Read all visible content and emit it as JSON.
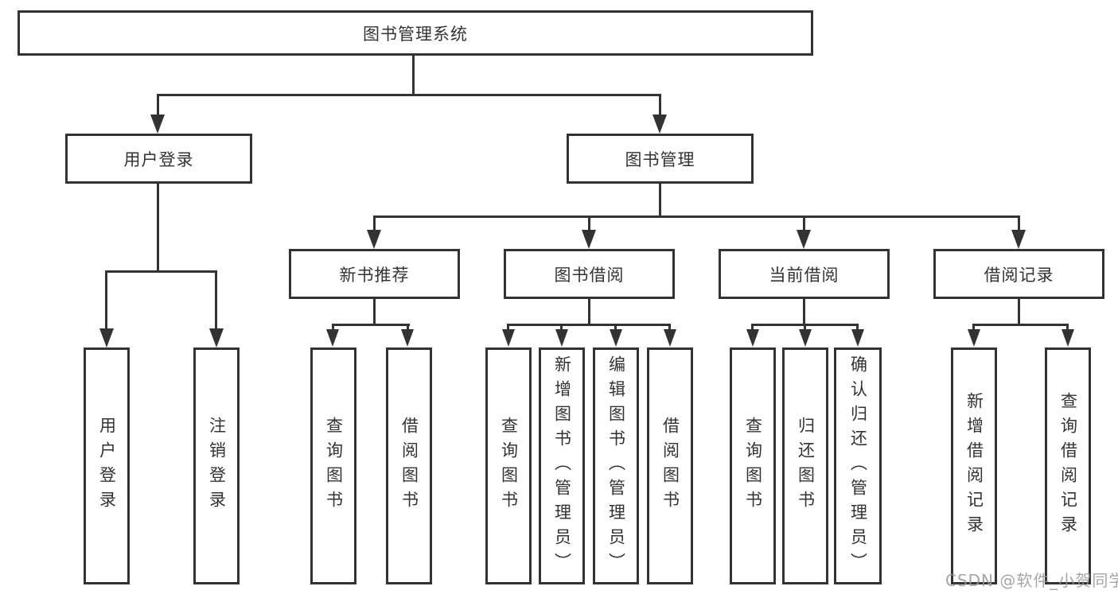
{
  "diagram": {
    "type": "tree",
    "root": {
      "label": "图书管理系统"
    },
    "branches": [
      {
        "label": "用户登录",
        "children": [
          {
            "label": "用户登录"
          },
          {
            "label": "注销登录"
          }
        ]
      },
      {
        "label": "图书管理",
        "children": [
          {
            "label": "新书推荐",
            "children": [
              {
                "label": "查询图书"
              },
              {
                "label": "借阅图书"
              }
            ]
          },
          {
            "label": "图书借阅",
            "children": [
              {
                "label": "查询图书"
              },
              {
                "label": "新增图书（管理员）"
              },
              {
                "label": "编辑图书（管理员）"
              },
              {
                "label": "借阅图书"
              }
            ]
          },
          {
            "label": "当前借阅",
            "children": [
              {
                "label": "查询图书"
              },
              {
                "label": "归还图书"
              },
              {
                "label": "确认归还（管理员）"
              }
            ]
          },
          {
            "label": "借阅记录",
            "children": [
              {
                "label": "新增借阅记录"
              },
              {
                "label": "查询借阅记录"
              }
            ]
          }
        ]
      }
    ]
  },
  "watermark": {
    "text": "CSDN @软件_小贺同学"
  },
  "colors": {
    "line": "#333333",
    "text": "#333333",
    "box_background": "#ffffff",
    "watermark": "#969696",
    "background": "#ffffff"
  }
}
